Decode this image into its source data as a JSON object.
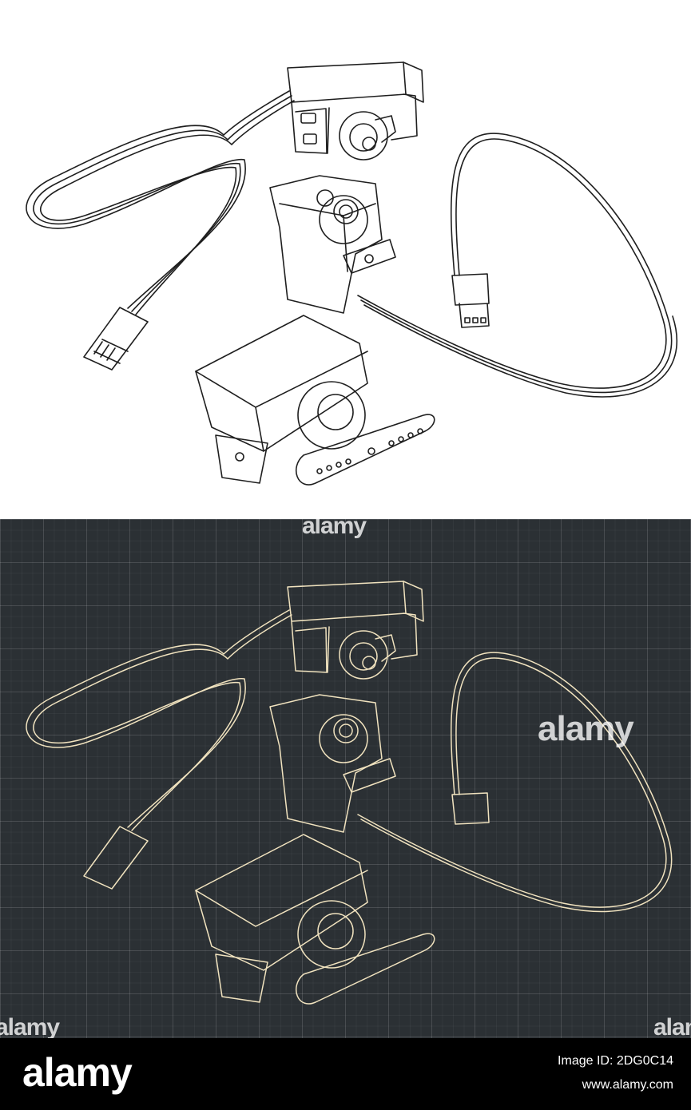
{
  "watermark": {
    "text": "alamy"
  },
  "footer": {
    "brand": "alamy",
    "image_id": "Image ID: 2DG0C14",
    "site": "www.alamy.com"
  },
  "colors": {
    "light_bg": "#ffffff",
    "light_line": "#1f1f1f",
    "dark_bg": "#2b3034",
    "dark_line": "#f1e3bf",
    "footer_bg": "#000000"
  }
}
